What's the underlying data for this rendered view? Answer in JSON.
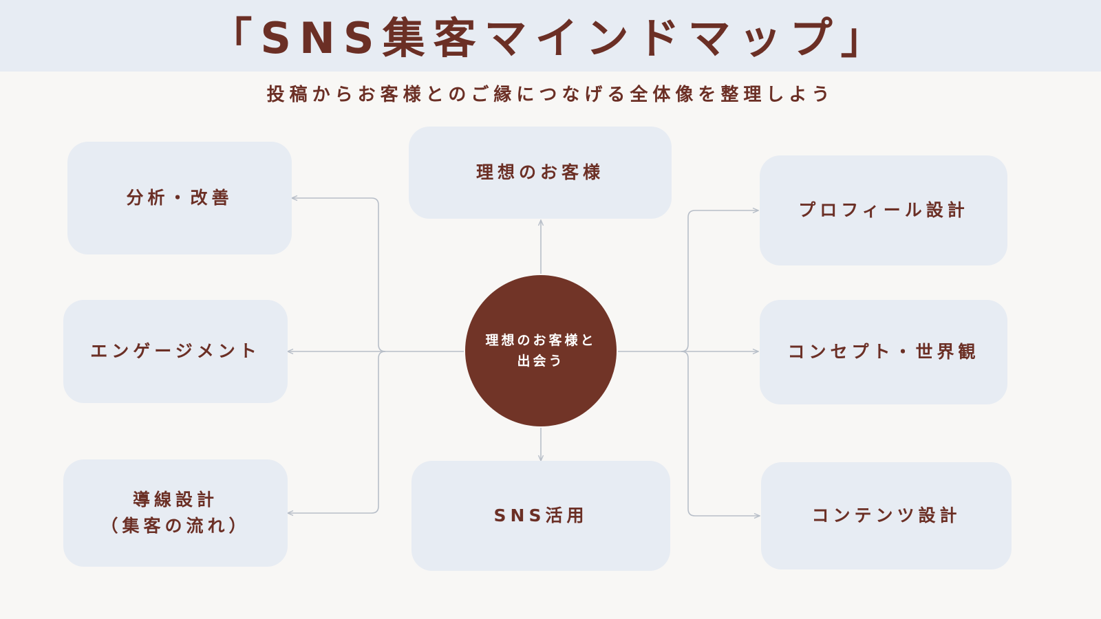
{
  "title": "「SNS集客マインドマップ」",
  "subtitle": "投稿からお客様とのご縁につなげる全体像を整理しよう",
  "colors": {
    "header_band": "#e7ecf3",
    "background": "#f8f7f5",
    "node_fill": "#e7ecf3",
    "center_fill": "#713427",
    "text": "#6b2f25",
    "connector": "#b7bec8"
  },
  "center": {
    "line1": "理想のお客様と",
    "line2": "出会う"
  },
  "nodes": {
    "top": "理想のお客様",
    "bottom": "SNS活用",
    "left_top": "分析・改善",
    "left_middle": "エンゲージメント",
    "left_bottom_line1": "導線設計",
    "left_bottom_line2": "（集客の流れ）",
    "right_top": "プロフィール設計",
    "right_middle": "コンセプト・世界観",
    "right_bottom": "コンテンツ設計"
  }
}
